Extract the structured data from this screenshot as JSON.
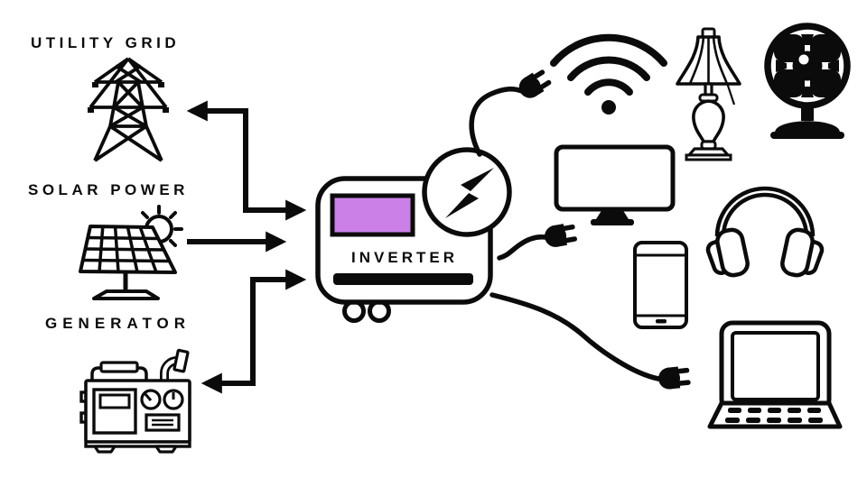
{
  "diagram": {
    "background": "#ffffff",
    "ink": "#0b0b0b",
    "sources": [
      {
        "id": "utility-grid",
        "label": "UTILITY GRID",
        "icon": "transmission-tower-icon"
      },
      {
        "id": "solar-power",
        "label": "SOLAR POWER",
        "icon": "solar-panel-icon"
      },
      {
        "id": "generator",
        "label": "GENERATOR",
        "icon": "generator-icon"
      }
    ],
    "inverter": {
      "label": "INVERTER",
      "screen_color": "#cb80e8",
      "badge_icon": "lightning-bolt-icon"
    },
    "devices": [
      {
        "id": "wifi",
        "icon": "wifi-icon"
      },
      {
        "id": "lamp",
        "icon": "table-lamp-icon"
      },
      {
        "id": "fan",
        "icon": "table-fan-icon"
      },
      {
        "id": "monitor",
        "icon": "monitor-icon"
      },
      {
        "id": "smartphone",
        "icon": "smartphone-icon"
      },
      {
        "id": "headphones",
        "icon": "headphones-icon"
      },
      {
        "id": "laptop",
        "icon": "laptop-icon"
      }
    ],
    "connections": [
      {
        "from": "inverter",
        "to": "utility-grid",
        "style": "elbow-double-arrow"
      },
      {
        "from": "solar-power",
        "to": "inverter",
        "style": "straight-arrow"
      },
      {
        "from": "inverter",
        "to": "generator",
        "style": "elbow-double-arrow"
      },
      {
        "from": "inverter",
        "to": "devices",
        "style": "power-cords",
        "cord_count": 3
      }
    ]
  }
}
